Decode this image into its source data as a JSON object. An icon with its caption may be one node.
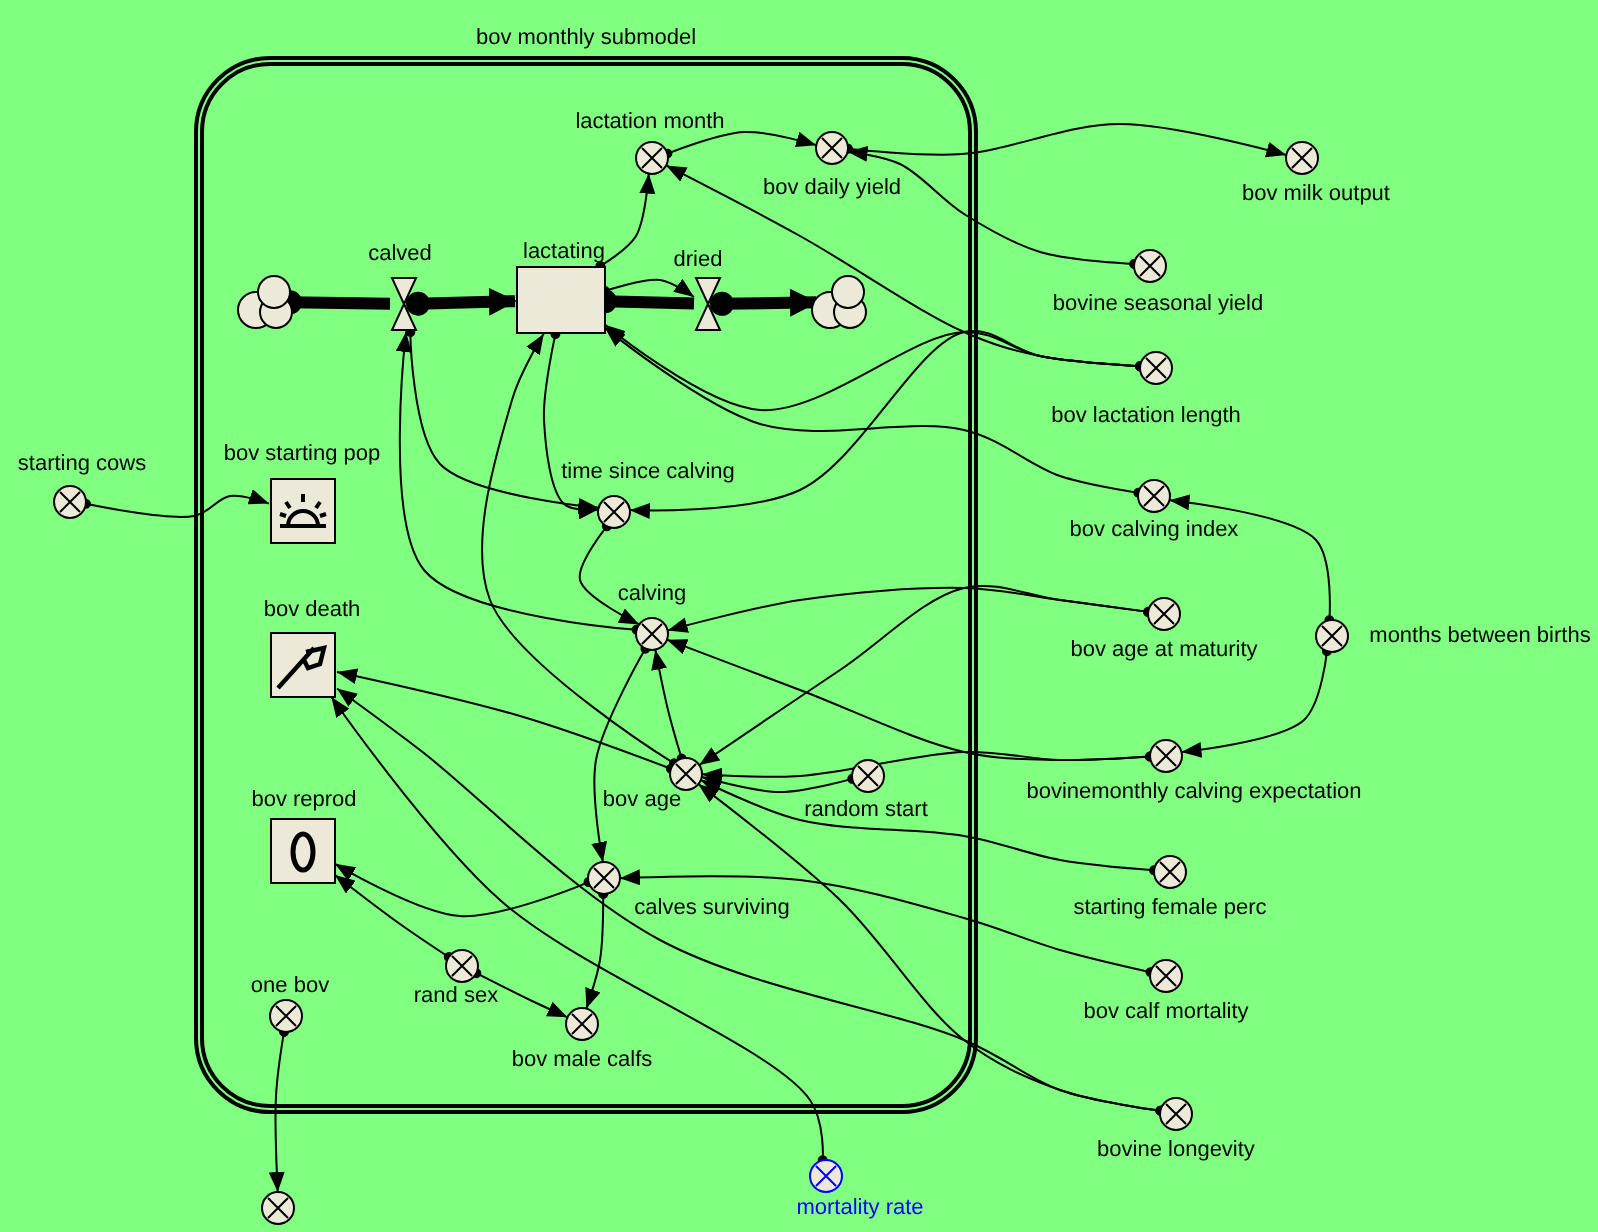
{
  "diagram": {
    "nodes": [
      {
        "text": [
          "bov monthly submodel"
        ]
      },
      {
        "text": [],
        "shape": "cloud",
        "in": 0
      },
      {
        "text": [
          "calved"
        ],
        "in": 0
      },
      {
        "text": [
          "lactating"
        ],
        "in": 0
      },
      {
        "text": [
          "dried"
        ],
        "in": 0
      },
      {
        "text": [],
        "shape": "cloud",
        "in": 0
      },
      {
        "text": [
          "lactation month"
        ],
        "in": 0
      },
      {
        "text": [
          "bov daily yield"
        ],
        "in": 0
      },
      {
        "text": [
          "time since calving"
        ],
        "in": 0
      },
      {
        "text": [
          "calving"
        ],
        "in": 0
      },
      {
        "text": [
          "bov starting pop"
        ],
        "in": 0
      },
      {
        "text": [
          "bov death"
        ],
        "in": 0
      },
      {
        "text": [
          "bov age"
        ],
        "in": 0
      },
      {
        "text": [
          "random start"
        ],
        "in": 0
      },
      {
        "text": [
          "bov reprod"
        ],
        "in": 0
      },
      {
        "text": [
          "calves surviving"
        ],
        "in": 0
      },
      {
        "text": [
          "rand sex"
        ],
        "in": 0
      },
      {
        "text": [
          "bov male calfs"
        ],
        "in": 0
      },
      {
        "text": [
          "one bov"
        ],
        "in": 0
      },
      {
        "text": [
          "starting cows"
        ]
      },
      {
        "text": [
          "bov milk output"
        ]
      },
      {
        "text": [
          "bovine seasonal yield"
        ]
      },
      {
        "text": [
          "bov lactation length"
        ]
      },
      {
        "text": [
          "bov calving index"
        ]
      },
      {
        "text": [
          "months between births"
        ]
      },
      {
        "text": [
          "bov age at maturity"
        ]
      },
      {
        "text": [
          "bovinemonthly calving expectation"
        ]
      },
      {
        "text": [
          "starting female perc"
        ]
      },
      {
        "text": [
          "bov calf mortality"
        ]
      },
      {
        "text": [
          "bovine longevity"
        ]
      },
      {
        "text": [
          "mortality rate"
        ]
      },
      {
        "text": [],
        "shape": "circle"
      }
    ],
    "edges": [
      {
        "from": 1,
        "to": 2,
        "arrow": "other",
        "style": "thick"
      },
      {
        "from": 2,
        "to": 3,
        "arrow": "to",
        "style": "thick"
      },
      {
        "from": 3,
        "to": 4,
        "arrow": "other",
        "style": "thick"
      },
      {
        "from": 4,
        "to": 5,
        "arrow": "to",
        "style": "thick"
      },
      {
        "from": 3,
        "to": 4,
        "arrow": "to"
      },
      {
        "from": 3,
        "to": 6,
        "arrow": "to"
      },
      {
        "from": 6,
        "to": 7,
        "arrow": "to"
      },
      {
        "from": 7,
        "to": 20,
        "arrow": "to"
      },
      {
        "from": 21,
        "to": 7,
        "arrow": "to"
      },
      {
        "from": 22,
        "to": 6,
        "arrow": "to"
      },
      {
        "from": 22,
        "to": 3,
        "arrow": "to"
      },
      {
        "from": 22,
        "to": 8,
        "arrow": "to"
      },
      {
        "from": 23,
        "to": 3,
        "arrow": "to"
      },
      {
        "from": 25,
        "to": 9,
        "arrow": "to"
      },
      {
        "from": 25,
        "to": 12,
        "arrow": "to"
      },
      {
        "from": 26,
        "to": 9,
        "arrow": "to"
      },
      {
        "from": 26,
        "to": 12,
        "arrow": "to"
      },
      {
        "from": 27,
        "to": 12,
        "arrow": "to"
      },
      {
        "from": 28,
        "to": 15,
        "arrow": "to"
      },
      {
        "from": 29,
        "to": 11,
        "arrow": "to"
      },
      {
        "from": 29,
        "to": 12,
        "arrow": "to"
      },
      {
        "from": 30,
        "to": 11,
        "arrow": "to"
      },
      {
        "from": 19,
        "to": 10,
        "arrow": "to"
      },
      {
        "from": 18,
        "to": 31,
        "arrow": "to"
      },
      {
        "from": 3,
        "to": 8,
        "arrow": "to"
      },
      {
        "from": 2,
        "to": 8,
        "arrow": "to"
      },
      {
        "from": 9,
        "to": 2,
        "arrow": "to"
      },
      {
        "from": 8,
        "to": 9,
        "arrow": "to"
      },
      {
        "from": 12,
        "to": 11,
        "arrow": "to"
      },
      {
        "from": 12,
        "to": 9,
        "arrow": "to"
      },
      {
        "from": 12,
        "to": 3,
        "arrow": "to"
      },
      {
        "from": 9,
        "to": 15,
        "arrow": "to"
      },
      {
        "from": 15,
        "to": 14,
        "arrow": "to"
      },
      {
        "from": 15,
        "to": 17,
        "arrow": "to"
      },
      {
        "from": 16,
        "to": 14,
        "arrow": "to"
      },
      {
        "from": 16,
        "to": 17,
        "arrow": "to"
      },
      {
        "from": 13,
        "to": 12,
        "arrow": "to"
      },
      {
        "from": 24,
        "to": 23,
        "arrow": "to"
      },
      {
        "from": 24,
        "to": 26,
        "arrow": "to"
      }
    ]
  }
}
